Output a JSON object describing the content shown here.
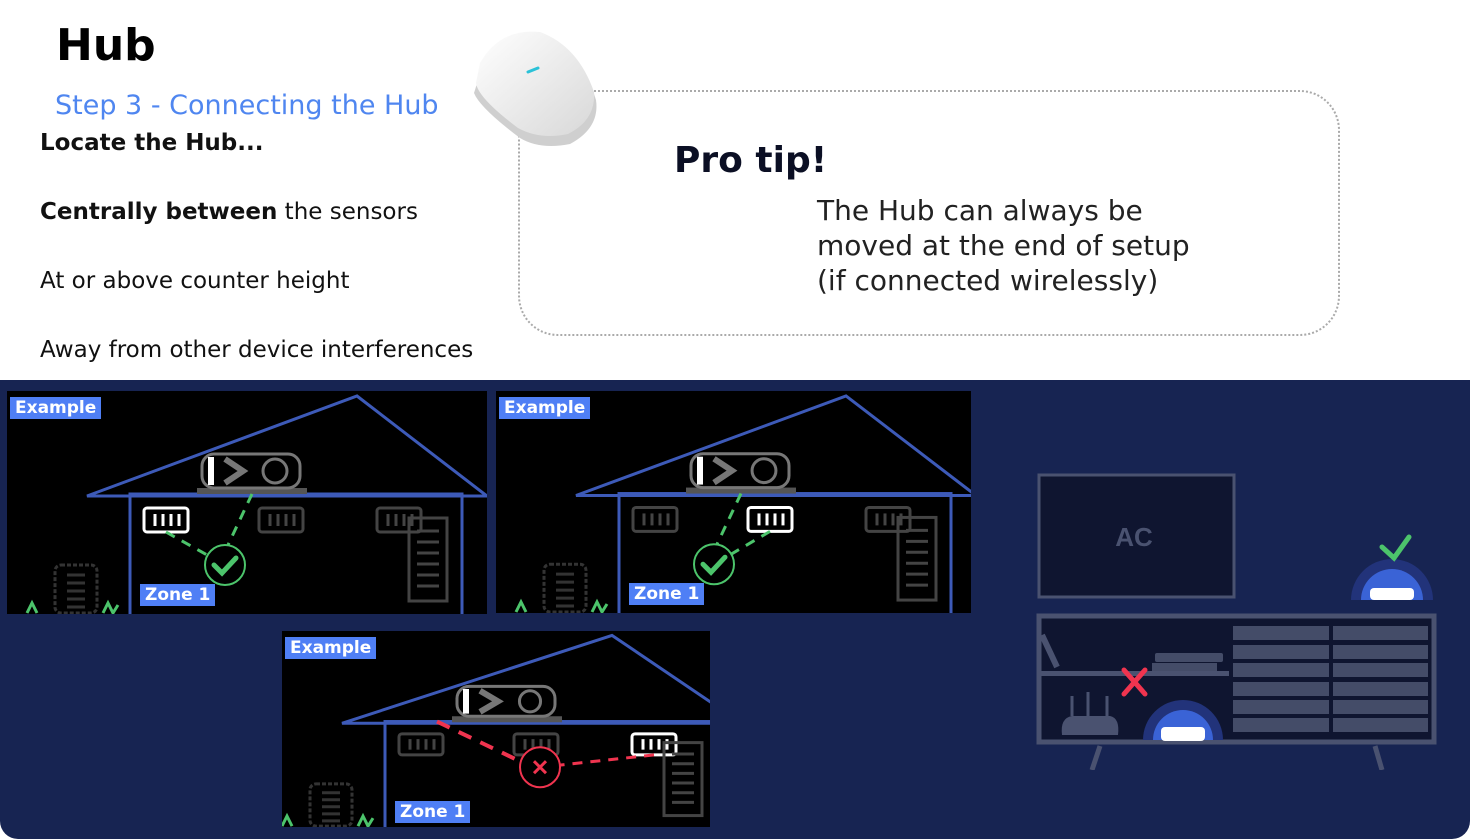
{
  "header": {
    "title": "Hub",
    "step": "Step 3 - Connecting the Hub"
  },
  "tips": {
    "locate": "Locate the Hub...",
    "central_bold": "Centrally between",
    "central_rest": " the sensors",
    "height": "At or above counter height",
    "away": "Away from other device interferences"
  },
  "pro_tip": {
    "heading": "Pro tip!",
    "lines": [
      "The Hub can always be",
      "moved at the end of setup",
      "(if connected wirelessly)"
    ]
  },
  "examples": [
    {
      "tag": "Example",
      "zone": "Zone 1",
      "active_vent": 0,
      "status": "ok"
    },
    {
      "tag": "Example",
      "zone": "Zone 1",
      "active_vent": 1,
      "status": "ok"
    },
    {
      "tag": "Example",
      "zone": "Zone 1",
      "active_vent": 2,
      "status": "fail"
    }
  ],
  "scene": {
    "tv_logo": "AC"
  },
  "colors": {
    "accent": "#4f7ff5",
    "ok": "#4cc46b",
    "fail": "#f0344f",
    "navy": "#172452"
  }
}
